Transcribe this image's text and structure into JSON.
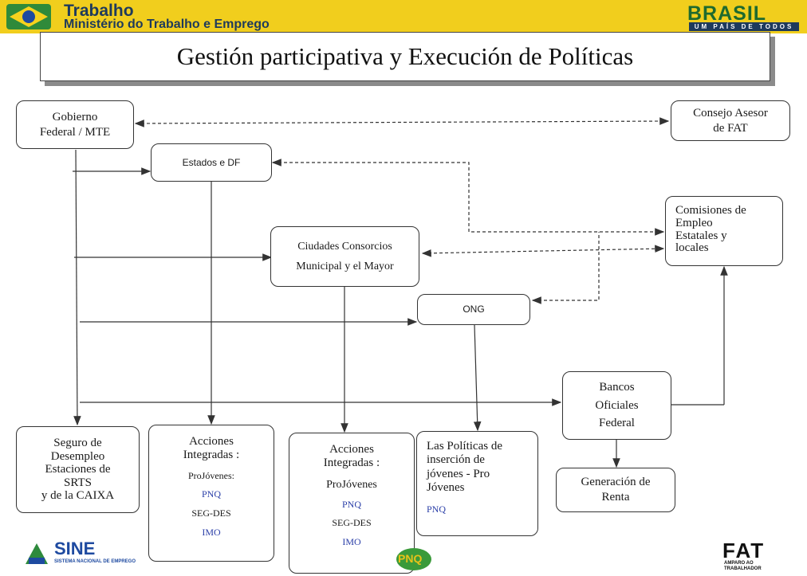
{
  "header": {
    "logo_title": "Trabalho",
    "logo_subtitle": "Ministério do Trabalho e Emprego",
    "brasil_word": "BRASIL",
    "brasil_tagline": "UM PAÍS DE TODOS"
  },
  "title": "Gestión participativa y Execución de Políticas",
  "nodes": {
    "gobierno": [
      "Gobierno",
      "Federal / MTE"
    ],
    "consejo": [
      "Consejo Asesor",
      "de FAT"
    ],
    "estados": "Estados e DF",
    "comisiones": [
      "Comisiones de",
      "Empleo",
      "Estatales y",
      "locales"
    ],
    "ciudades": [
      "Ciudades Consorcios",
      "Municipal y el Mayor"
    ],
    "ong": "ONG",
    "bancos": [
      "Bancos",
      "Oficiales",
      "Federal"
    ],
    "generacion": [
      "Generación de",
      "Renta"
    ],
    "seguro": [
      "Seguro de",
      "Desempleo",
      "Estaciones de",
      "SRTS",
      "y de la CAIXA"
    ],
    "acciones1": {
      "title": [
        "Acciones",
        "Integradas :"
      ],
      "items": [
        "ProJóvenes:",
        "PNQ",
        "SEG-DES",
        "IMO"
      ]
    },
    "acciones2": {
      "title": [
        "Acciones",
        "Integradas :"
      ],
      "items": [
        "ProJóvenes",
        "PNQ",
        "SEG-DES",
        "IMO"
      ]
    },
    "politicas": {
      "lines": [
        "Las Políticas de",
        "inserción de",
        "jóvenes - Pro",
        "Jóvenes"
      ],
      "tag": "PNQ"
    }
  },
  "footer": {
    "sine_word": "SINE",
    "sine_sub": "SISTEMA NACIONAL DE EMPREGO",
    "fat_word": "FAT",
    "fat_sub": [
      "AMPARO AO",
      "TRABALHADOR"
    ],
    "pnq_logo": "PNQ"
  },
  "colors": {
    "header_bg": "#f1ce1d",
    "blue_text": "#2b3fa8",
    "line": "#333333"
  }
}
